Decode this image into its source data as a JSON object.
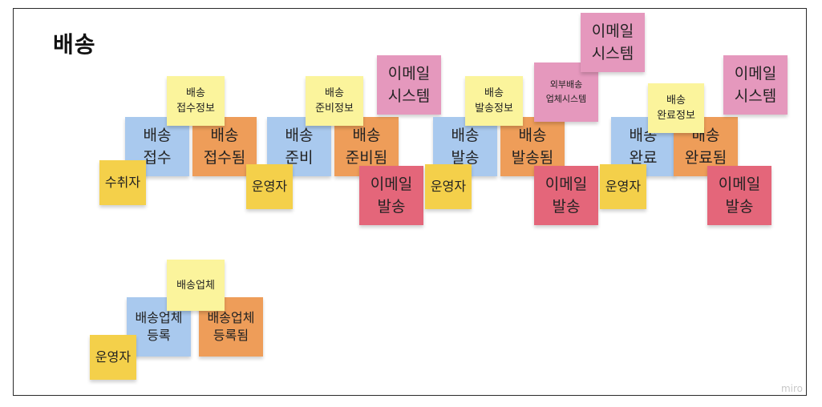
{
  "board": {
    "title": "배송",
    "watermark": "miro"
  },
  "notes": {
    "step1_command": "배송\n접수",
    "step1_event": "배송\n접수됨",
    "step1_actor": "수취자",
    "step1_info": "배송\n접수정보",
    "step2_command": "배송\n준비",
    "step2_event": "배송\n준비됨",
    "step2_actor": "운영자",
    "step2_info": "배송\n준비정보",
    "step2_system": "이메일\n시스템",
    "step2_policy": "이메일\n발송",
    "step3_command": "배송\n발송",
    "step3_event": "배송\n발송됨",
    "step3_actor": "운영자",
    "step3_info": "배송\n발송정보",
    "step3_external": "외부배송\n업체시스템",
    "step3_system": "이메일\n시스템",
    "step3_policy": "이메일\n발송",
    "step4_command": "배송\n완료",
    "step4_event": "배송\n완료됨",
    "step4_actor": "운영자",
    "step4_info": "배송\n완료정보",
    "step4_system": "이메일\n시스템",
    "step4_policy": "이메일\n발송",
    "step5_command": "배송업체\n등록",
    "step5_event": "배송업체\n등록됨",
    "step5_actor": "운영자",
    "step5_info": "배송업체"
  },
  "colors": {
    "command": "#a9c9ee",
    "event": "#ee9d59",
    "external_system": "#e598bd",
    "policy": "#e4667a",
    "actor": "#f4d04a",
    "read_model": "#fbf49c"
  }
}
